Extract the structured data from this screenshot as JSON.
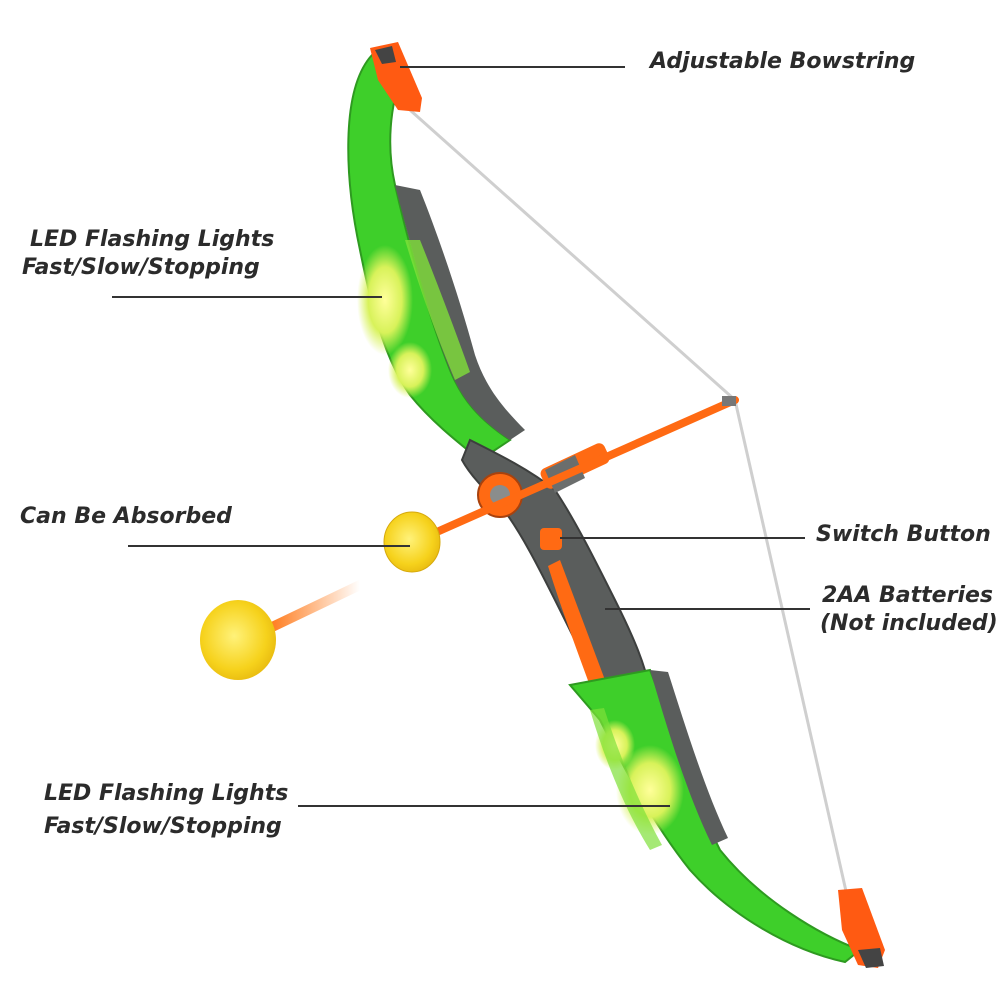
{
  "callouts": {
    "bowstring": "Adjustable Bowstring",
    "led_top_line1": "LED Flashing Lights",
    "led_top_line2": "Fast/Slow/Stopping",
    "absorbed": "Can Be Absorbed",
    "switch": "Switch Button",
    "batteries_line1": "2AA Batteries",
    "batteries_line2": "(Not included)",
    "led_bottom_line1": "LED Flashing Lights",
    "led_bottom_line2": "Fast/Slow/Stopping"
  },
  "colors": {
    "limb_green": "#3ecf2a",
    "limb_light": "#c6f04a",
    "grip_gray": "#5a5d5c",
    "accent_orange": "#ff6a13",
    "cup_yellow": "#f6d21c",
    "string": "#cfcfcf"
  }
}
